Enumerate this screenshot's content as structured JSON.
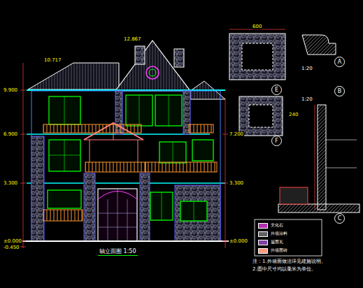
{
  "diagram": {
    "title": "轴立面图 1:50",
    "nodes": [
      {
        "text": [
          "A"
        ]
      },
      {
        "text": [
          "E"
        ]
      },
      {
        "text": [
          "B"
        ]
      },
      {
        "text": [
          "F"
        ]
      },
      {
        "text": [
          "C"
        ]
      }
    ],
    "labels": [
      "12.867",
      "10.717",
      "9.900",
      "6.900",
      "3.300",
      "±0.000",
      "-0.450",
      "7.200",
      "3.300",
      "±0.000",
      "600",
      "240",
      "1:20",
      "1:20",
      "注：1.外墙面做法详见建施说明。",
      "2.图中尺寸均以毫米为单位。"
    ],
    "legend": [
      {
        "text": "文化石",
        "color": "#b030b0"
      },
      {
        "text": "外墙涂料",
        "color": "#606060"
      },
      {
        "text": "屋面瓦",
        "color": "#8040a0"
      },
      {
        "text": "外墙面砖",
        "color": "#ff9980"
      }
    ]
  }
}
